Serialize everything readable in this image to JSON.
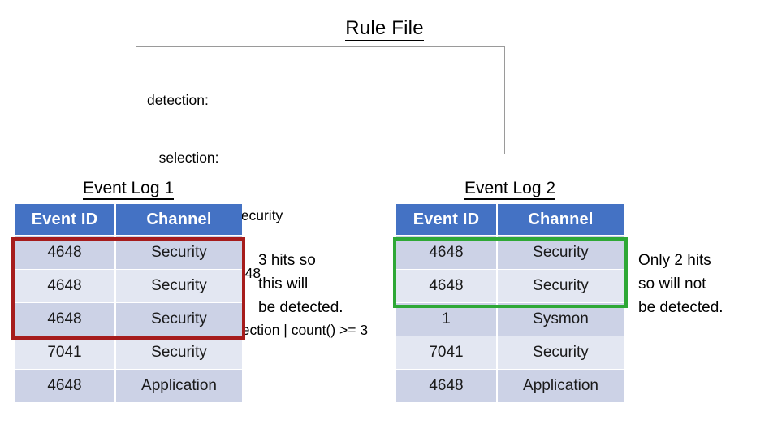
{
  "rule": {
    "title": "Rule File",
    "lines": [
      "detection:",
      "   selection:",
      "      Channel: Security",
      "      EventID: 4648",
      "   condition: selection | count() >= 3"
    ]
  },
  "logs": [
    {
      "title": "Event Log 1",
      "columns": [
        "Event ID",
        "Channel"
      ],
      "rows": [
        {
          "event_id": "4648",
          "channel": "Security"
        },
        {
          "event_id": "4648",
          "channel": "Security"
        },
        {
          "event_id": "4648",
          "channel": "Security"
        },
        {
          "event_id": "7041",
          "channel": "Security"
        },
        {
          "event_id": "4648",
          "channel": "Application"
        }
      ],
      "highlight": {
        "color": "#a61c1c",
        "rows": 3
      },
      "note": "3 hits so\nthis will\nbe detected."
    },
    {
      "title": "Event Log 2",
      "columns": [
        "Event ID",
        "Channel"
      ],
      "rows": [
        {
          "event_id": "4648",
          "channel": "Security"
        },
        {
          "event_id": "4648",
          "channel": "Security"
        },
        {
          "event_id": "1",
          "channel": "Sysmon"
        },
        {
          "event_id": "7041",
          "channel": "Security"
        },
        {
          "event_id": "4648",
          "channel": "Application"
        }
      ],
      "highlight": {
        "color": "#2ea836",
        "rows": 2
      },
      "note": "Only 2 hits\nso will not\nbe detected."
    }
  ],
  "colors": {
    "header_blue": "#4472c4",
    "row_band_dark": "#ccd2e6",
    "row_band_light": "#e3e7f2",
    "highlight_red": "#a61c1c",
    "highlight_green": "#2ea836",
    "box_border": "#9a9a9a"
  }
}
